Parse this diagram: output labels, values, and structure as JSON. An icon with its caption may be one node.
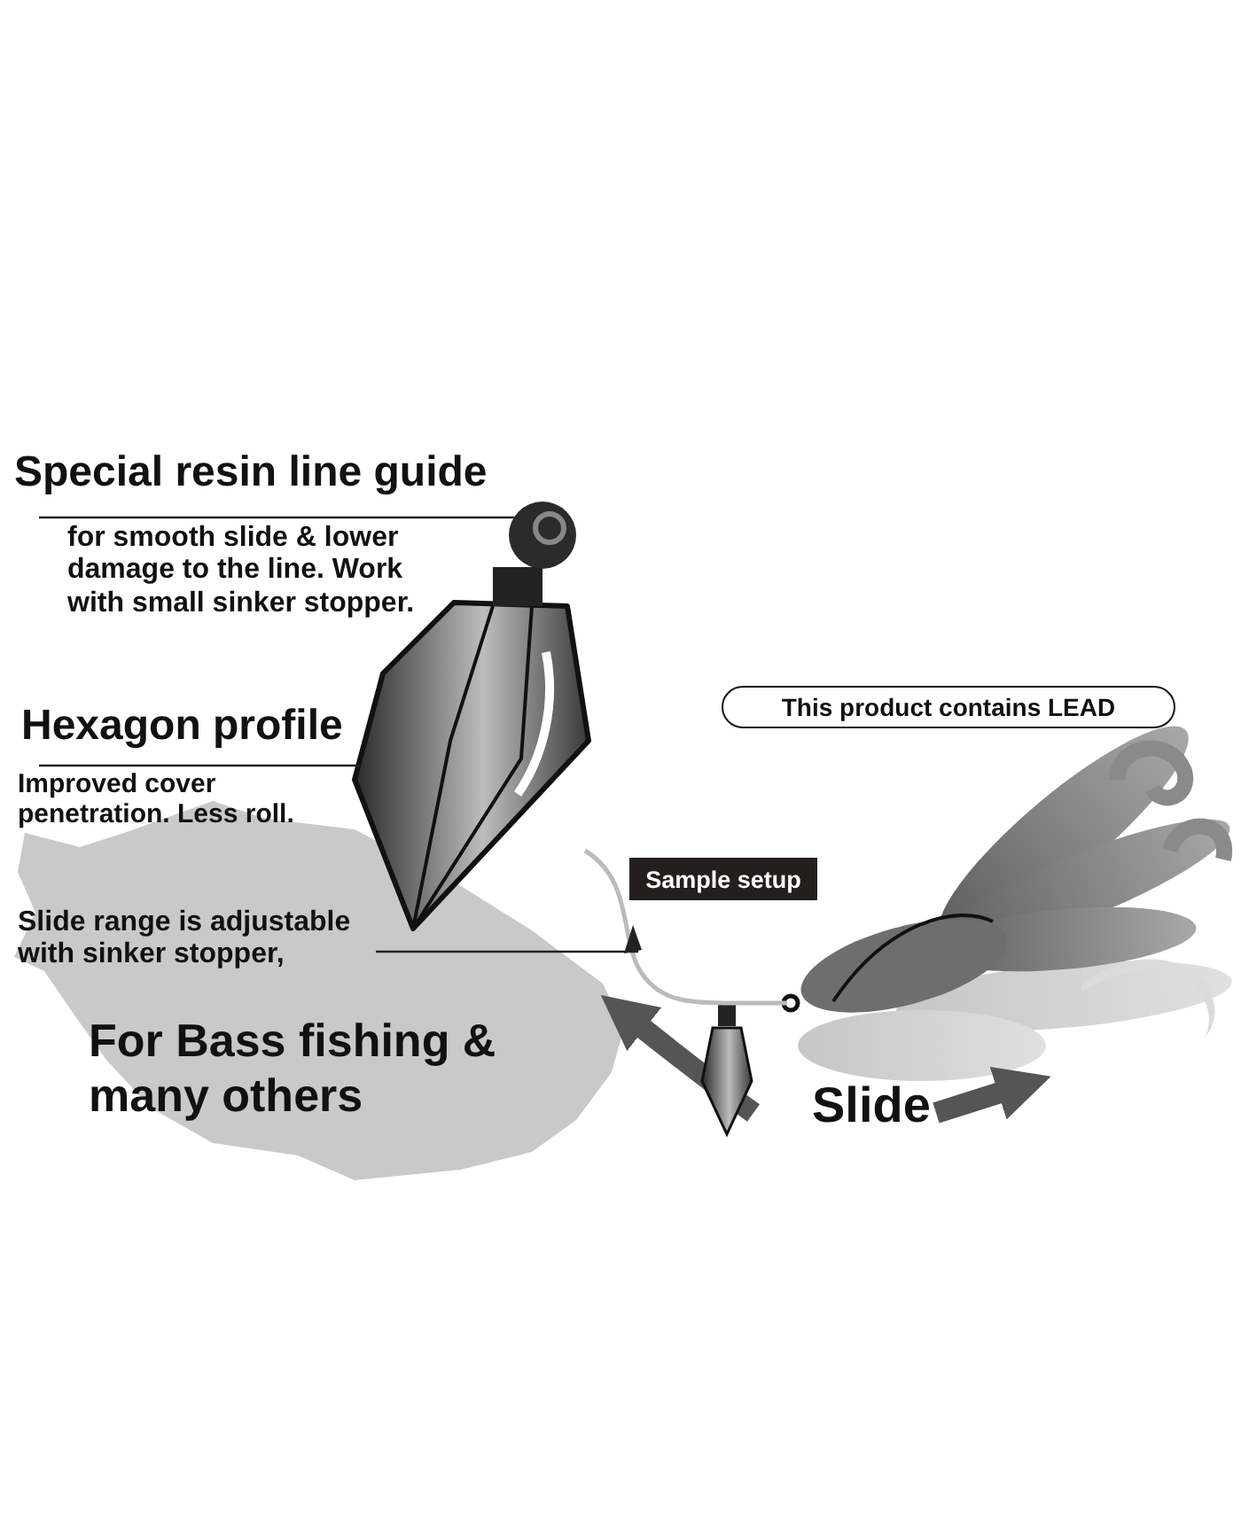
{
  "diagram": {
    "nodes": [
      {
        "text": [
          "Special resin line guide",
          "for smooth slide & lower damage to the line. Work with small sinker stopper."
        ]
      },
      {
        "text": [],
        "shape": "picture"
      },
      {
        "text": [
          "Hexagon profile",
          "Improved cover penetration. Less roll."
        ]
      },
      {
        "text": [
          "Slide range is adjustable with sinker stopper,"
        ]
      },
      {
        "text": [],
        "shape": "picture"
      },
      {
        "text": [
          "Sample setup"
        ]
      },
      {
        "text": [
          "This product contains LEAD"
        ]
      }
    ],
    "edges": [
      {
        "from": 0,
        "to": 1,
        "arrow": "none"
      },
      {
        "from": 2,
        "to": 1,
        "arrow": "none"
      },
      {
        "from": 3,
        "to": 4,
        "arrow": "none"
      }
    ],
    "labels": [
      "For Bass fishing & many others",
      "Slide"
    ]
  }
}
